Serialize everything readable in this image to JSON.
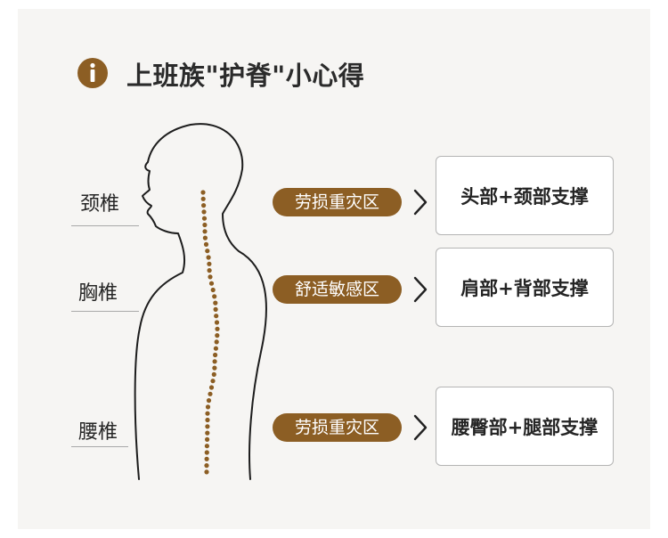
{
  "header": {
    "title": "上班族\"护脊\"小心得",
    "icon": "info-icon",
    "accent_color": "#8c5e24"
  },
  "figure": {
    "icon": "human-profile-silhouette-icon",
    "spine_icon": "spine-dots-icon",
    "dot_color": "#8c5e24"
  },
  "rows": [
    {
      "region": "颈椎",
      "zone": "劳损重灾区",
      "support": "头部+颈部支撑"
    },
    {
      "region": "胸椎",
      "zone": "舒适敏感区",
      "support": "肩部+背部支撑"
    },
    {
      "region": "腰椎",
      "zone": "劳损重灾区",
      "support": "腰臀部+腿部支撑"
    }
  ]
}
